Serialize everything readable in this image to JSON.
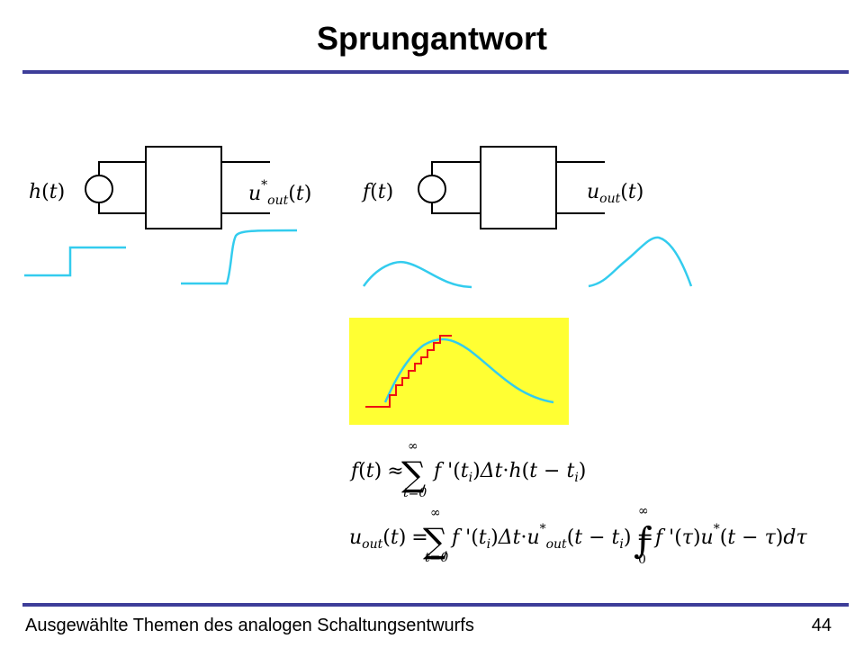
{
  "slide": {
    "title": "Sprungantwort",
    "footer": "Ausgewählte Themen des analogen Schaltungsentwurfs",
    "page_number": "44"
  },
  "colors": {
    "rule": "#3d3d99",
    "curve": "#33ccee",
    "staircase": "#ee1111",
    "highlight": "#ffff33"
  },
  "circuit_left": {
    "input_func": "h",
    "input_arg": "t",
    "output_func": "u",
    "output_sup": "*",
    "output_sub": "out",
    "output_arg": "t"
  },
  "circuit_right": {
    "input_func": "f",
    "input_arg": "t",
    "output_func": "u",
    "output_sub": "out",
    "output_arg": "t"
  },
  "formula1": {
    "lhs_func": "f",
    "lhs_arg": "t",
    "approx": "≈",
    "sum_upper": "∞",
    "sum_lower": "t=0",
    "term_func": "f '",
    "term_arg": "t",
    "term_sub": "i",
    "delta": "Δt",
    "dot": "·",
    "step_func": "h",
    "step_arg": "t − t",
    "step_sub": "i"
  },
  "formula2": {
    "lhs_func": "u",
    "lhs_sub": "out",
    "lhs_arg": "t",
    "eq": "=",
    "sum_upper": "∞",
    "sum_lower": "t=0",
    "term_func": "f '",
    "term_arg": "t",
    "term_sub": "i",
    "delta": "Δt",
    "dot": "·",
    "resp_func": "u",
    "resp_sup": "*",
    "resp_sub": "out",
    "resp_arg": "t − t",
    "resp_arg_sub": "i",
    "eq2": "=",
    "int_upper": "∞",
    "int_lower": "0",
    "int_term": "f '",
    "int_var": "τ",
    "int_resp": "u",
    "int_resp_sup": "*",
    "int_resp_arg": "t − τ",
    "int_d": "d",
    "int_dvar": "τ"
  }
}
